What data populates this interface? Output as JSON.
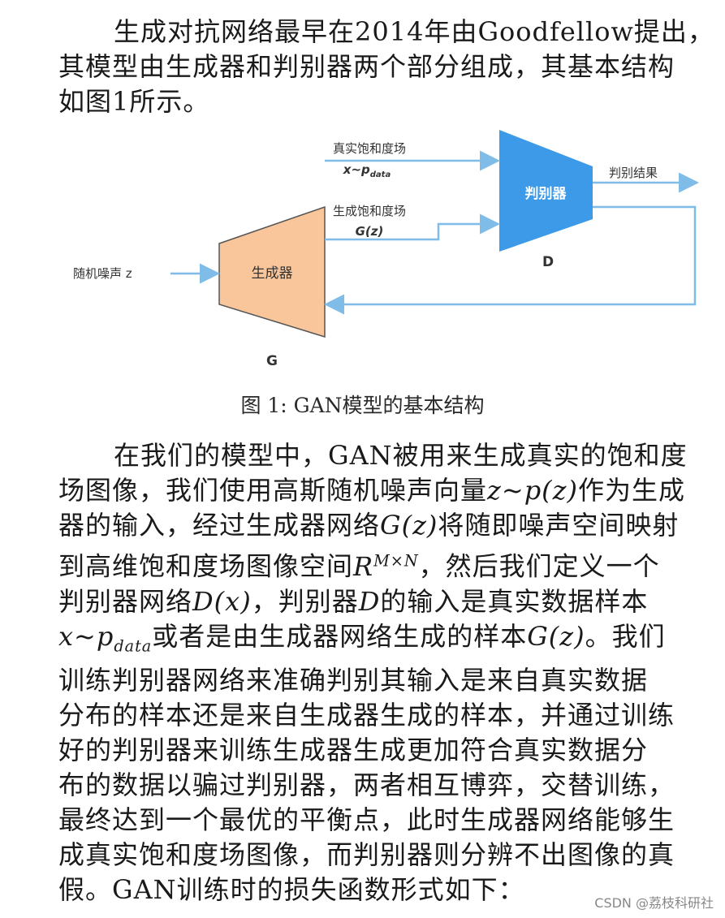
{
  "paragraph1": {
    "lines": [
      "生成对抗网络最早在2014年由Goodfellow提出，",
      "其模型由生成器和判别器两个部分组成，其基本结构",
      "如图1所示。"
    ]
  },
  "figure": {
    "real_label": "真实饱和度场",
    "real_formula": "x~p",
    "real_formula_sub": "data",
    "fake_label": "生成饱和度场",
    "fake_formula": "G(z)",
    "noise_label": "随机噪声 z",
    "generator_label": "生成器",
    "generator_letter": "G",
    "discriminator_label": "判别器",
    "discriminator_letter": "D",
    "result_label": "判别结果",
    "colors": {
      "generator": "#f8c69a",
      "discriminator": "#3d9ae8",
      "arrow": "#7fbde8"
    }
  },
  "caption": "图 1: GAN模型的基本结构",
  "paragraph2": {
    "l1": "在我们的模型中，GAN被用来生成真实的饱和度",
    "l2a": "场图像，我们使用高斯随机噪声向量",
    "l2m": "z~p(z)",
    "l2b": "作为生成",
    "l3a": "器的输入，经过生成器网络",
    "l3m": "G(z)",
    "l3b": "将随即噪声空间映射",
    "l4a": "到高维饱和度场图像空间",
    "l4m": "R",
    "l4sup": "M×N",
    "l4b": "，然后我们定义一个",
    "l5a": "判别器网络",
    "l5m": "D(x)",
    "l5b": "，判别器",
    "l5m2": "D",
    "l5c": "的输入是真实数据样本",
    "l6m": "x~p",
    "l6sub": "data",
    "l6a": "或者是由生成器网络生成的样本",
    "l6m2": "G(z)",
    "l6b": "。我们",
    "l7": "训练判别器网络来准确判别其输入是来自真实数据",
    "l8": "分布的样本还是来自生成器生成的样本，并通过训练",
    "l9": "好的判别器来训练生成器生成更加符合真实数据分",
    "l10": "布的数据以骗过判别器，两者相互博弈，交替训练，",
    "l11": "最终达到一个最优的平衡点，此时生成器网络能够生",
    "l12": "成真实饱和度场图像，而判别器则分辨不出图像的真",
    "l13": "假。GAN训练时的损失函数形式如下："
  },
  "watermark": "CSDN @荔枝科研社"
}
